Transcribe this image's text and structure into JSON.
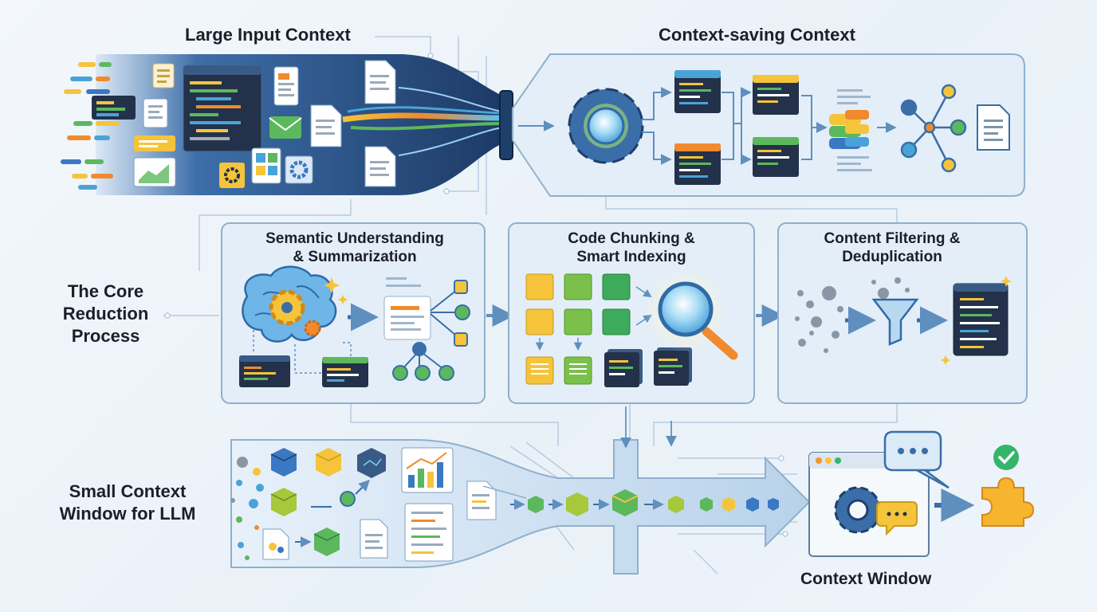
{
  "labels": {
    "large_input": "Large Input Context",
    "context_saving": "Context-saving Context",
    "core_process": [
      "The Core",
      "Reduction",
      "Process"
    ],
    "semantic": [
      "Semantic Understanding",
      "& Summarization"
    ],
    "chunking": [
      "Code Chunking &",
      "Smart Indexing"
    ],
    "filtering": [
      "Content Filtering &",
      "Deduplication"
    ],
    "small_window": [
      "Small Context",
      "Window for LLM"
    ],
    "context_window": "Context Window"
  },
  "colors": {
    "panel_fill": "#e4eef8",
    "panel_stroke": "#8fb0cc",
    "funnel_dark": "#1f3f6b",
    "code_bg": "#23324a",
    "accent_blue": "#3a78c2",
    "yellow": "#f5c43a",
    "green": "#5cb85c",
    "orange": "#f0962d",
    "check_green": "#34b56a"
  },
  "icons": [
    "gear-icon",
    "magnifier-icon",
    "brain-icon",
    "funnel-icon",
    "database-icon",
    "network-icon",
    "document-icon",
    "cube-icon",
    "chat-bubble-icon",
    "puzzle-icon",
    "check-icon",
    "envelope-icon",
    "chart-icon",
    "sparkle-icon"
  ]
}
